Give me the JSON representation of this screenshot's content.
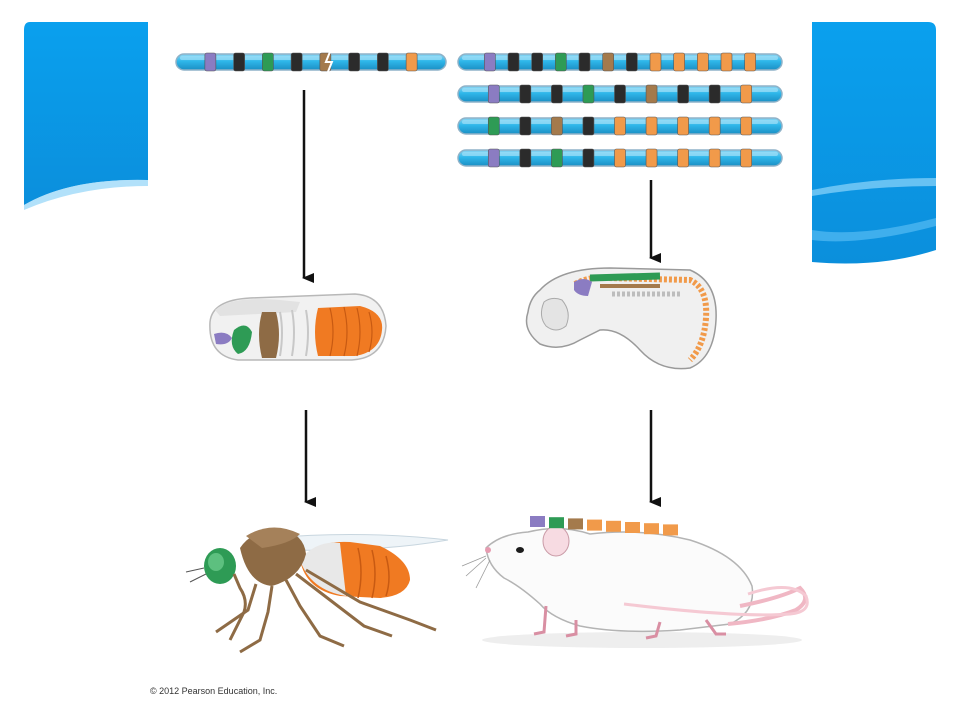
{
  "slide": {
    "credit": "© 2012 Pearson Education, Inc."
  },
  "colors": {
    "chromosome": "#2fb7ea",
    "chromosome_light": "#9fe0f8",
    "chromosome_edge": "#8fb2c8",
    "lavender": "#8b7cc2",
    "black": "#2b2b2b",
    "green": "#2e9b55",
    "gray": "#9a9a9a",
    "brown": "#a47a4c",
    "orange": "#f19a4a",
    "slide_blue": "#0596e8",
    "arrow": "#111111"
  },
  "chromosomes": {
    "fly": {
      "break_mark": true,
      "genes": [
        "lavender",
        "black",
        "green",
        "black",
        "brown",
        "black",
        "black",
        "orange"
      ]
    },
    "mouse": [
      {
        "genes": [
          "lavender",
          "black",
          "black",
          "green",
          "black",
          "brown",
          "black",
          "orange",
          "orange",
          "orange",
          "orange",
          "orange"
        ]
      },
      {
        "genes": [
          "lavender",
          "black",
          "black",
          "green",
          "black",
          "brown",
          "black",
          "black",
          "orange"
        ]
      },
      {
        "genes": [
          "green",
          "black",
          "brown",
          "black",
          "orange",
          "orange",
          "orange",
          "orange",
          "orange"
        ]
      },
      {
        "genes": [
          "lavender",
          "black",
          "green",
          "black",
          "orange",
          "orange",
          "orange",
          "orange",
          "orange"
        ]
      }
    ]
  },
  "illustrations": {
    "fly_embryo": "fly-embryo-icon",
    "mouse_embryo": "mouse-embryo-icon",
    "adult_fly": "adult-fly-icon",
    "adult_mouse": "adult-mouse-icon"
  }
}
